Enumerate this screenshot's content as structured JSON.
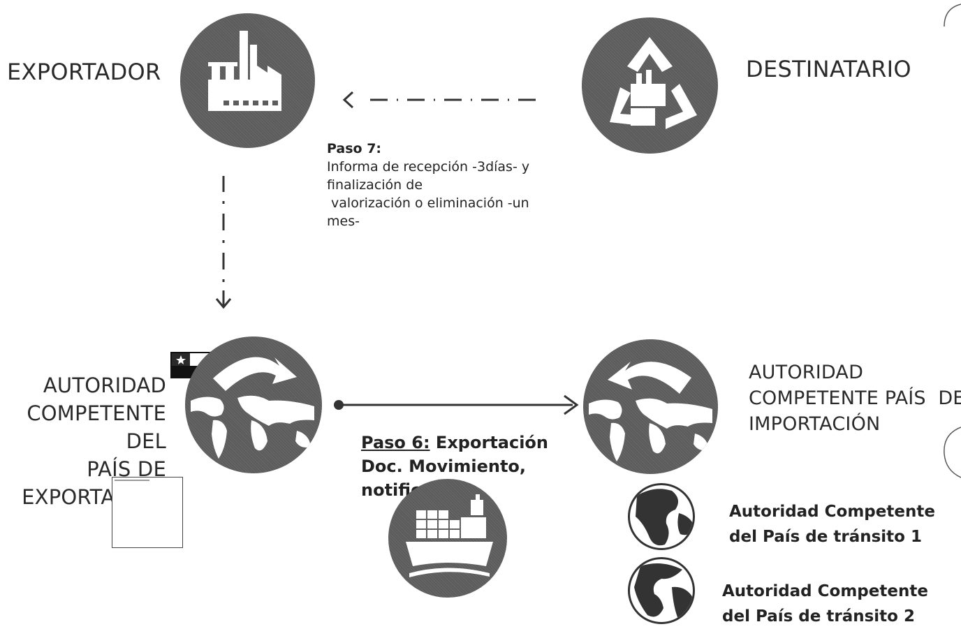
{
  "nodes": {
    "exporter": "EXPORTADOR",
    "recipient": "DESTINATARIO",
    "export_authority": [
      "AUTORIDAD",
      "COMPETENTE DEL",
      "PAÍS DE",
      "EXPORTACIÓN"
    ],
    "import_authority": [
      "AUTORIDAD",
      "COMPETENTE PAÍS  DE",
      "IMPORTACIÓN"
    ],
    "transit1": [
      "Autoridad Competente",
      "del País de tránsito 1"
    ],
    "transit2": [
      "Autoridad Competente",
      "del País de tránsito 2"
    ]
  },
  "steps": {
    "step7_title": "Paso 7:",
    "step7_lines": [
      "Informa de recepción -3días- y",
      "finalización de",
      " valorización o eliminación -un",
      "mes-"
    ],
    "step6_label": "Paso 6:",
    "step6_title": " Exportación",
    "step6_lines": [
      "Doc. Movimiento,",
      "notificación"
    ]
  },
  "colors": {
    "circle": "#5c5c5c",
    "arrow": "#333333",
    "icon": "#ffffff"
  },
  "icons": [
    "factory-icon",
    "recycle-icon",
    "globe-arrow-icon",
    "globe-icon",
    "ship-icon",
    "flag-icon"
  ]
}
